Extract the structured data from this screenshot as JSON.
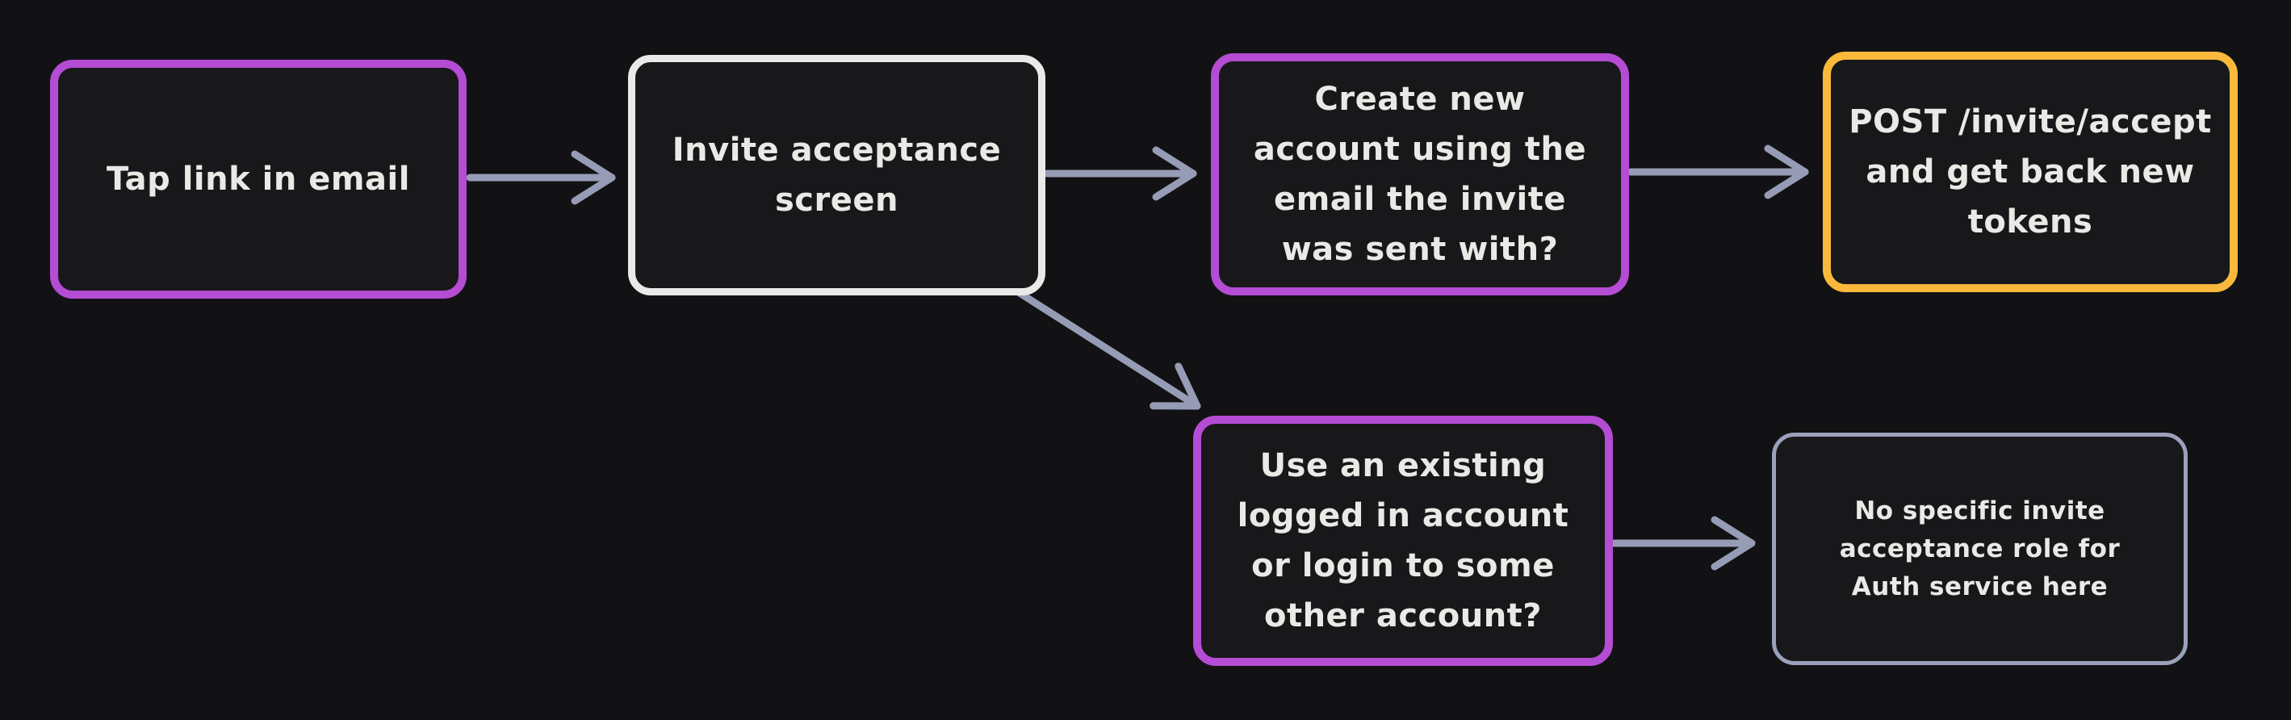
{
  "diagram": {
    "background_color": "#121214",
    "style": "hand-drawn whiteboard flowchart (dark mode)",
    "colors": {
      "purple_border": "#b44cd4",
      "white_border": "#e9e9e9",
      "yellow_border": "#f8b93c",
      "gray_border": "#9ba0bb",
      "arrow": "#969cb5",
      "text": "#e9e9e6",
      "node_fill": "#18181a"
    },
    "nodes": [
      {
        "id": "tap-link",
        "label": "Tap link in email",
        "border_color": "purple"
      },
      {
        "id": "invite-screen",
        "label": "Invite acceptance\nscreen",
        "border_color": "white"
      },
      {
        "id": "create-account",
        "label": "Create new\naccount using the\nemail the invite\nwas sent with?",
        "border_color": "purple"
      },
      {
        "id": "post-invite",
        "label": "POST /invite/accept\nand get back new\ntokens",
        "border_color": "yellow"
      },
      {
        "id": "existing-account",
        "label": "Use an existing\nlogged in account\nor login to some\nother account?",
        "border_color": "purple"
      },
      {
        "id": "no-role-note",
        "label": "No specific invite\nacceptance role for\nAuth service here",
        "border_color": "gray"
      }
    ],
    "edges": [
      {
        "from": "tap-link",
        "to": "invite-screen"
      },
      {
        "from": "invite-screen",
        "to": "create-account"
      },
      {
        "from": "create-account",
        "to": "post-invite"
      },
      {
        "from": "invite-screen",
        "to": "existing-account"
      },
      {
        "from": "existing-account",
        "to": "no-role-note"
      }
    ]
  }
}
